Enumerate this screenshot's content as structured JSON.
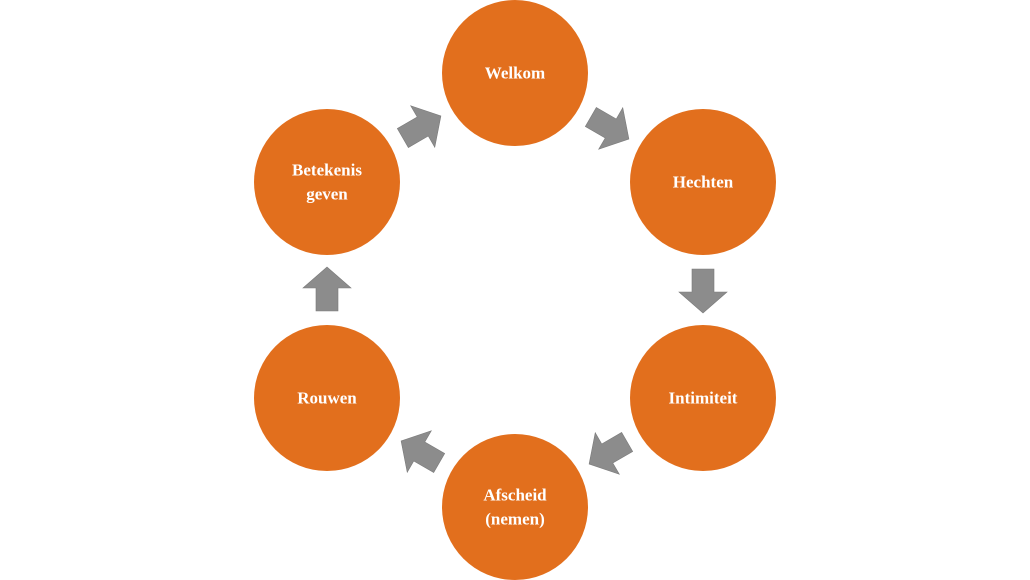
{
  "diagram": {
    "colors": {
      "node_fill": "#e26f1d",
      "node_text": "#ffffff",
      "arrow_fill": "#8c8c8c"
    },
    "nodes": [
      {
        "id": "welkom",
        "lines": [
          "Welkom"
        ]
      },
      {
        "id": "hechten",
        "lines": [
          "Hechten"
        ]
      },
      {
        "id": "intimiteit",
        "lines": [
          "Intimiteit"
        ]
      },
      {
        "id": "afscheid",
        "lines": [
          "Afscheid",
          "(nemen)"
        ]
      },
      {
        "id": "rouwen",
        "lines": [
          "Rouwen"
        ]
      },
      {
        "id": "betekenis",
        "lines": [
          "Betekenis",
          "geven"
        ]
      }
    ],
    "flow": [
      [
        "welkom",
        "hechten"
      ],
      [
        "hechten",
        "intimiteit"
      ],
      [
        "intimiteit",
        "afscheid"
      ],
      [
        "afscheid",
        "rouwen"
      ],
      [
        "rouwen",
        "betekenis"
      ],
      [
        "betekenis",
        "welkom"
      ]
    ]
  }
}
